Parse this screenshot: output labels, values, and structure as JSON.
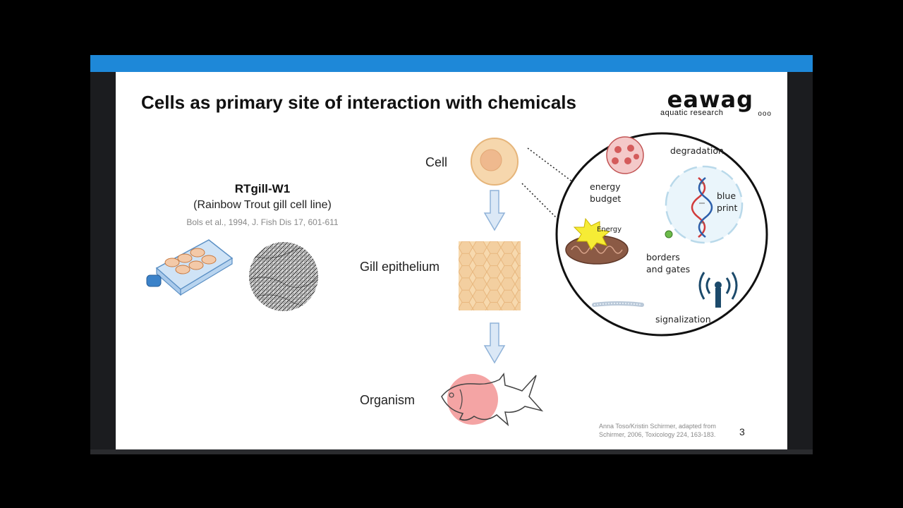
{
  "slide": {
    "title": "Cells as primary site of interaction with chemicals",
    "logo": {
      "word": "eawag",
      "subtitle": "aquatic research",
      "dots": "ooo"
    },
    "cell_line": {
      "name": "RTgill-W1",
      "description": "(Rainbow Trout gill cell line)",
      "reference": "Bols et al., 1994, J. Fish Dis 17, 601-611"
    },
    "levels": {
      "cell": "Cell",
      "gill": "Gill epithelium",
      "organism": "Organism"
    },
    "cell_functions": {
      "degradation": "degradation",
      "energy_budget_line1": "energy",
      "energy_budget_line2": "budget",
      "energy_badge": "Energy",
      "blueprint_line1": "blue",
      "blueprint_line2": "print",
      "borders_line1": "borders",
      "borders_line2": "and gates",
      "signalization": "signalization"
    },
    "credit_line1": "Anna Toso/Kristin Schirmer, adapted from",
    "credit_line2": "Schirmer, 2006, Toxicology 224, 163-183.",
    "page_number": "3"
  },
  "colors": {
    "top_bar": "#1e88d8",
    "cell_fill": "#f6d7ad",
    "arrow_fill": "#dbe8f6",
    "fish_highlight": "#f39a9a"
  }
}
